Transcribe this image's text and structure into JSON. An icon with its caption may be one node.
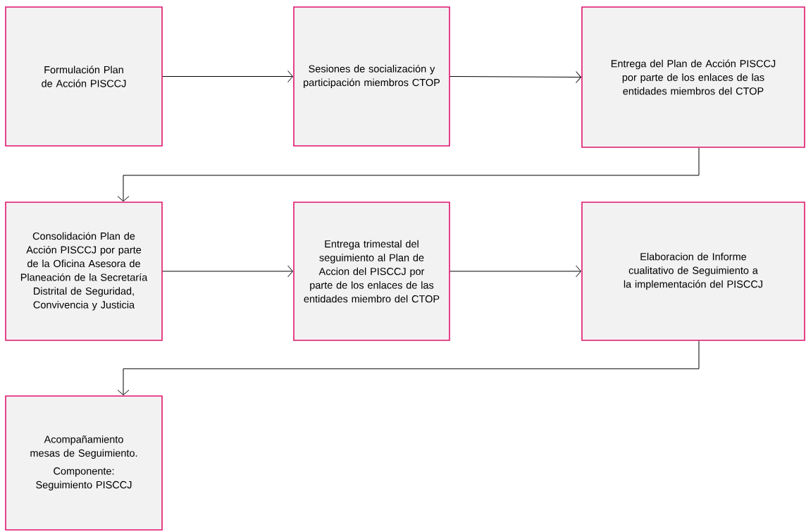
{
  "diagram": {
    "nodes": [
      {
        "text": [
          "Formulación Plan de Acción PISCCJ"
        ]
      },
      {
        "text": [
          "Sesiones de socialización y participación miembros CTOP"
        ]
      },
      {
        "text": [
          "Entrega del Plan de Acción PISCCJ por parte de los enlaces de las entidades miembros del CTOP"
        ]
      },
      {
        "text": [
          "Consolidación Plan de Acción PISCCJ por parte de la Oficina Asesora de Planeación de la Secretaría Distrital de Seguridad, Convivencia y Justicia"
        ]
      },
      {
        "text": [
          "Entrega trimestal del seguimiento al Plan de Accion del PISCCJ por parte de los enlaces de las entidades miembro del CTOP"
        ]
      },
      {
        "text": [
          "Elaboracion de Informe cualitativo de Seguimiento a la implementación del PISCCJ"
        ]
      },
      {
        "text": [
          "Acompañamiento mesas de Seguimiento.",
          "Componente: Seguimiento PISCCJ"
        ]
      }
    ],
    "edges": [
      {
        "from": 0,
        "to": 1,
        "arrow": "to"
      },
      {
        "from": 1,
        "to": 2,
        "arrow": "to"
      },
      {
        "from": 2,
        "to": 3,
        "arrow": "to"
      },
      {
        "from": 3,
        "to": 4,
        "arrow": "to"
      },
      {
        "from": 4,
        "to": 5,
        "arrow": "to"
      },
      {
        "from": 5,
        "to": 6,
        "arrow": "to"
      }
    ]
  }
}
